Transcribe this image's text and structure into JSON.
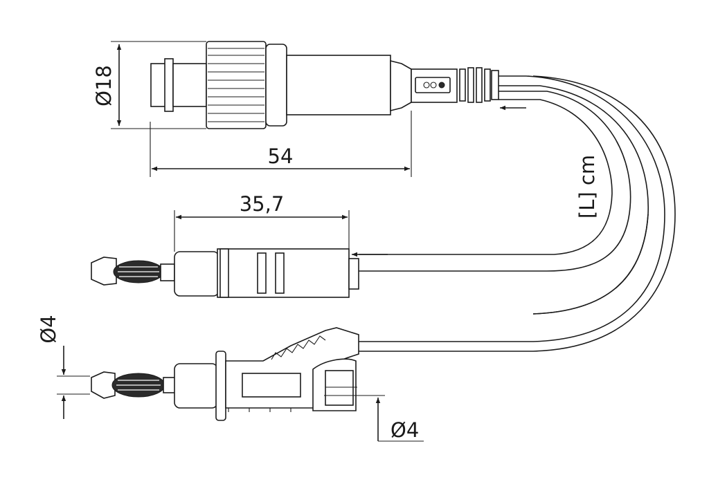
{
  "dimensions": {
    "diameter_top": "Ø18",
    "length_top": "54",
    "length_middle": "35,7",
    "cable_length": "[L] cm",
    "diameter_left_bottom": "Ø4",
    "diameter_right_bottom": "Ø4"
  },
  "colors": {
    "line": "#1a1a1a",
    "fill_dark": "#2b2b2b",
    "background": "#ffffff"
  }
}
